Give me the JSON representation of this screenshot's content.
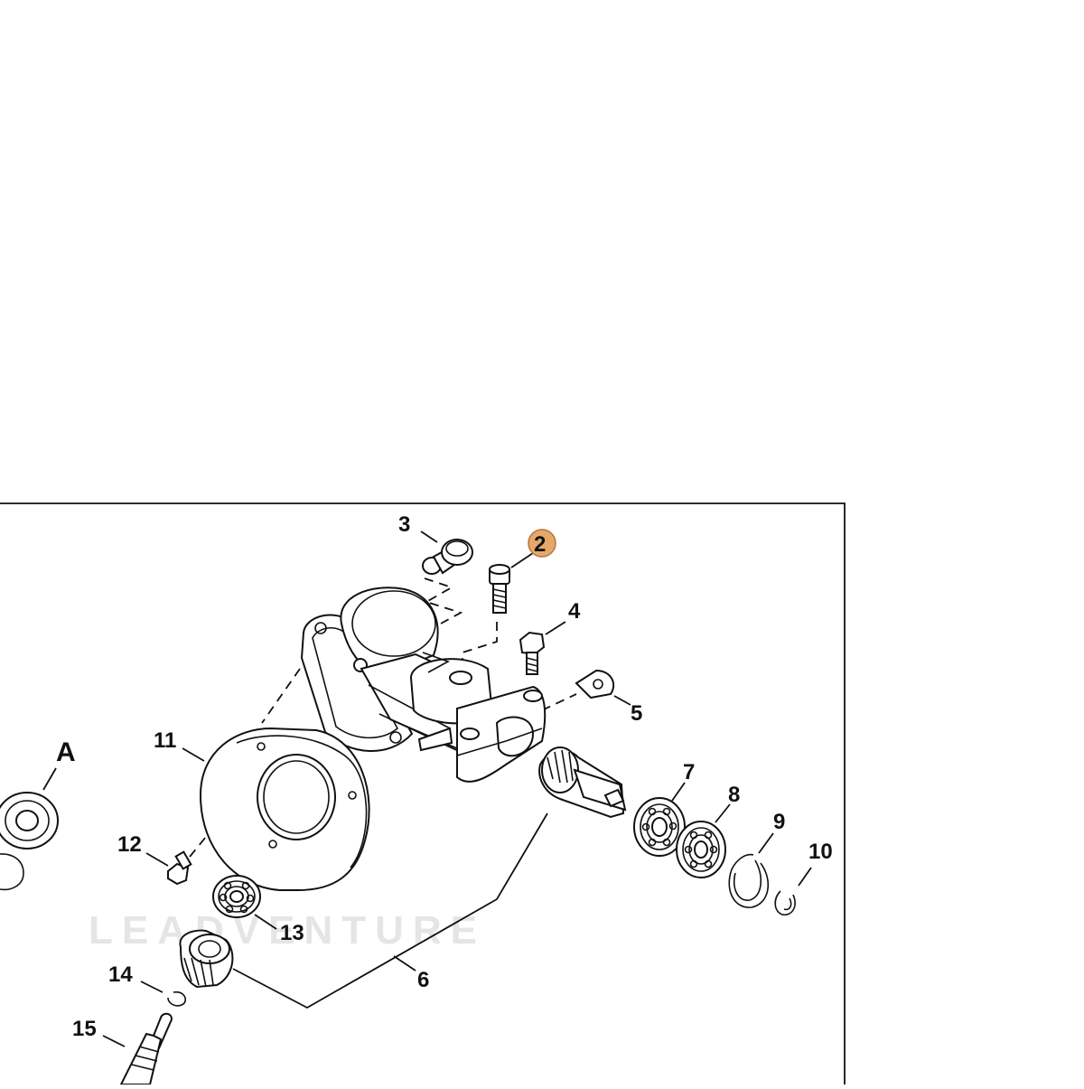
{
  "diagram": {
    "frame_color": "#111111",
    "highlight_color": "#e6a86a",
    "section_label": "A",
    "callouts": {
      "c2": "2",
      "c3": "3",
      "c4": "4",
      "c5": "5",
      "c6": "6",
      "c7": "7",
      "c8": "8",
      "c9": "9",
      "c10": "10",
      "c11": "11",
      "c12": "12",
      "c13": "13",
      "c14": "14",
      "c15": "15"
    },
    "highlighted_part": "2",
    "watermark": "LEADVENTURE"
  }
}
